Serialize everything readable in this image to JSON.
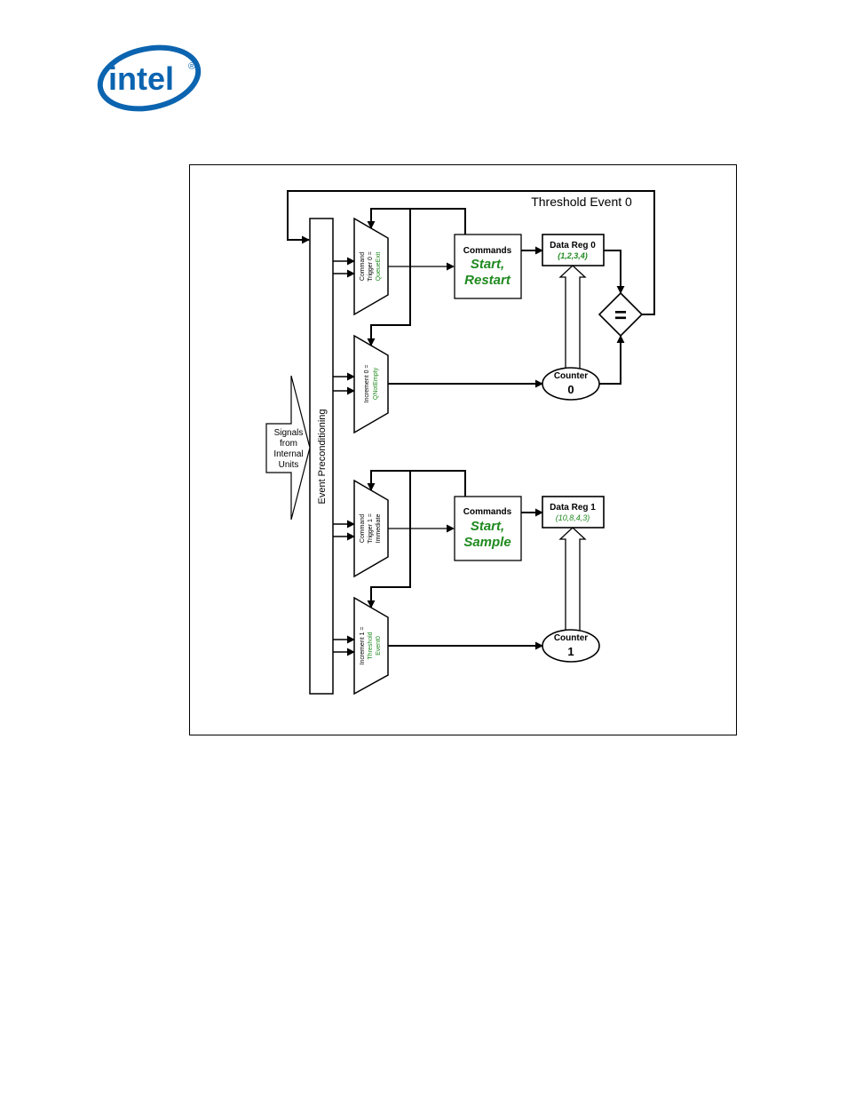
{
  "logo": {
    "text": "intel",
    "mark": "®",
    "color": "#0b64b0"
  },
  "colors": {
    "line": "#000000",
    "green": "#1f8a1f"
  },
  "diagram": {
    "threshold_label": "Threshold Event 0",
    "event_preconditioning": "Event Preconditioning",
    "signals": {
      "line1": "Signals",
      "line2": "from",
      "line3": "Internal",
      "line4": "Units"
    },
    "mux_cmd0": {
      "line1": "Command",
      "line2": "Trigger 0 =",
      "line3": "QueueExit"
    },
    "mux_inc0": {
      "line1": "Increment 0 =",
      "line2": "QNotEmpty"
    },
    "mux_cmd1": {
      "line1": "Command",
      "line2": "Trigger 1 =",
      "line3": "Immediate"
    },
    "mux_inc1": {
      "line1": "Increment 1 =",
      "line2": "Threshold",
      "line3": "Event0"
    },
    "cmd0": {
      "title": "Commands",
      "line1": "Start,",
      "line2": "Restart"
    },
    "cmd1": {
      "title": "Commands",
      "line1": "Start,",
      "line2": "Sample"
    },
    "datareg0": {
      "title": "Data Reg 0",
      "values": "(1,2,3,4)"
    },
    "datareg1": {
      "title": "Data Reg 1",
      "values": "(10,8,4,3)"
    },
    "counter0": {
      "title": "Counter",
      "num": "0"
    },
    "counter1": {
      "title": "Counter",
      "num": "1"
    },
    "comparator": {
      "symbol": "="
    }
  }
}
